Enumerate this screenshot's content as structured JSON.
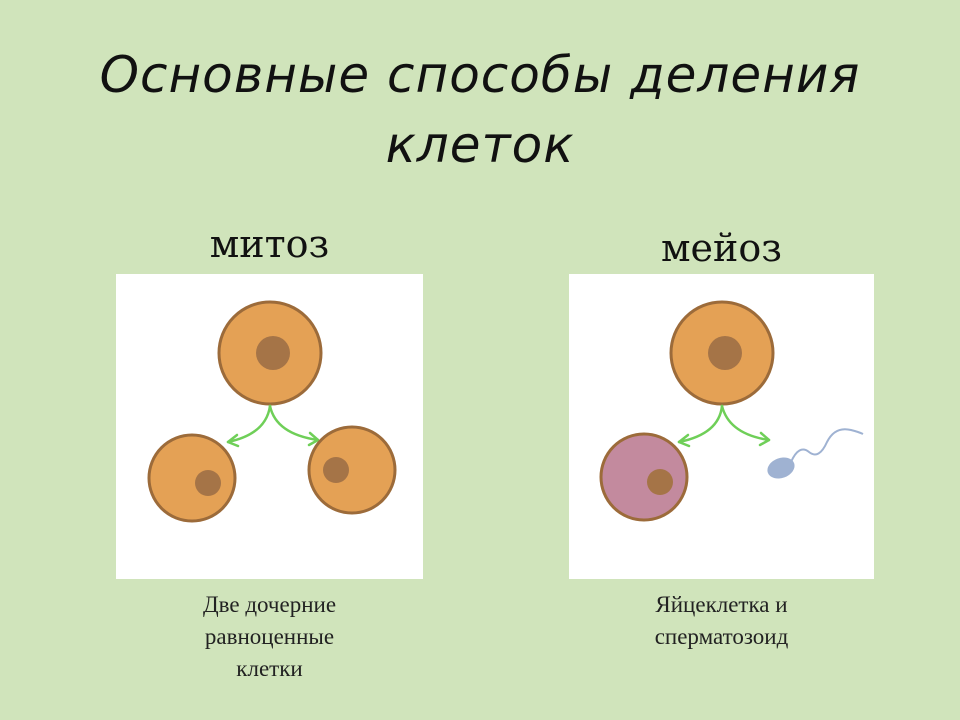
{
  "title": {
    "line1": "Основные способы деления",
    "line2": "клеток"
  },
  "mitosis": {
    "label": "митоз",
    "caption": [
      "Две дочерние",
      "равноценные",
      "клетки"
    ]
  },
  "meiosis": {
    "label": "мейоз",
    "caption": [
      "Яйцеклетка и",
      "сперматозоид"
    ]
  },
  "colors": {
    "background": "#d0e4bb",
    "cell_fill": "#e4a155",
    "cell_border": "#9c6b3a",
    "nucleus": "#a57447",
    "egg_fill": "#c38a9e",
    "arrow": "#6fcf58",
    "sperm": "#9fb2d2"
  }
}
